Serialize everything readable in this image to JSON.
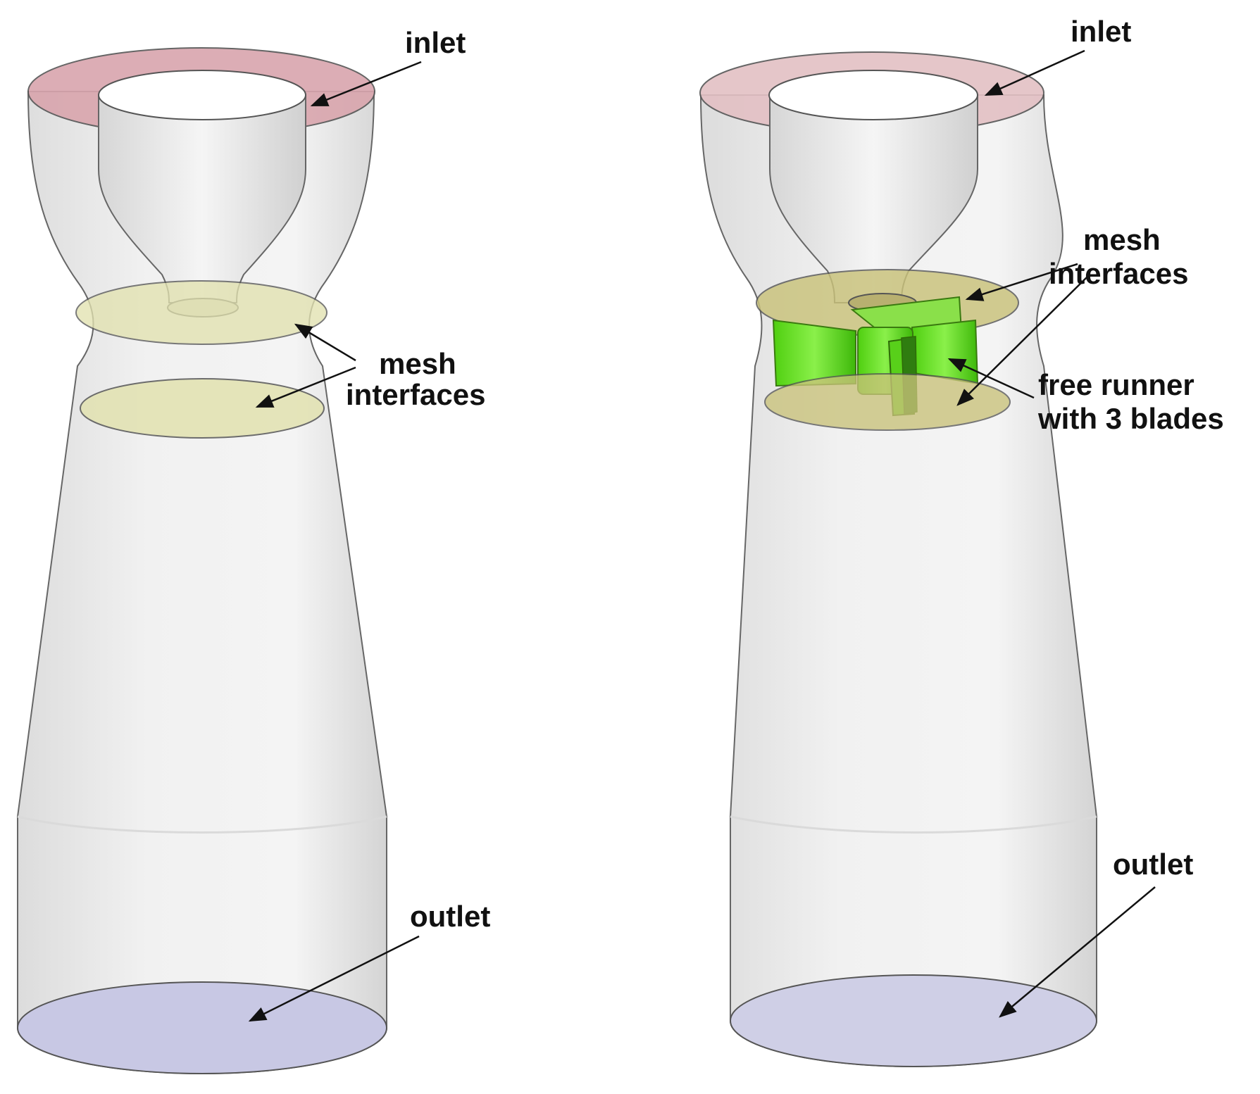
{
  "left_model": {
    "inlet_label": "inlet",
    "interface_label_line1": "mesh",
    "interface_label_line2": "interfaces",
    "outlet_label": "outlet"
  },
  "right_model": {
    "inlet_label": "inlet",
    "interface_label_line1": "mesh",
    "interface_label_line2": "interfaces",
    "runner_label_line1": "free runner",
    "runner_label_line2": "with 3 blades",
    "outlet_label": "outlet"
  },
  "colors": {
    "inlet_face": "#d9a5ad",
    "interface_face_left": "#e2e2b0",
    "interface_face_right": "#c9c27a",
    "runner": "#66e020",
    "outlet_face": "#c8c8e4",
    "housing": "#e6e6e6"
  }
}
